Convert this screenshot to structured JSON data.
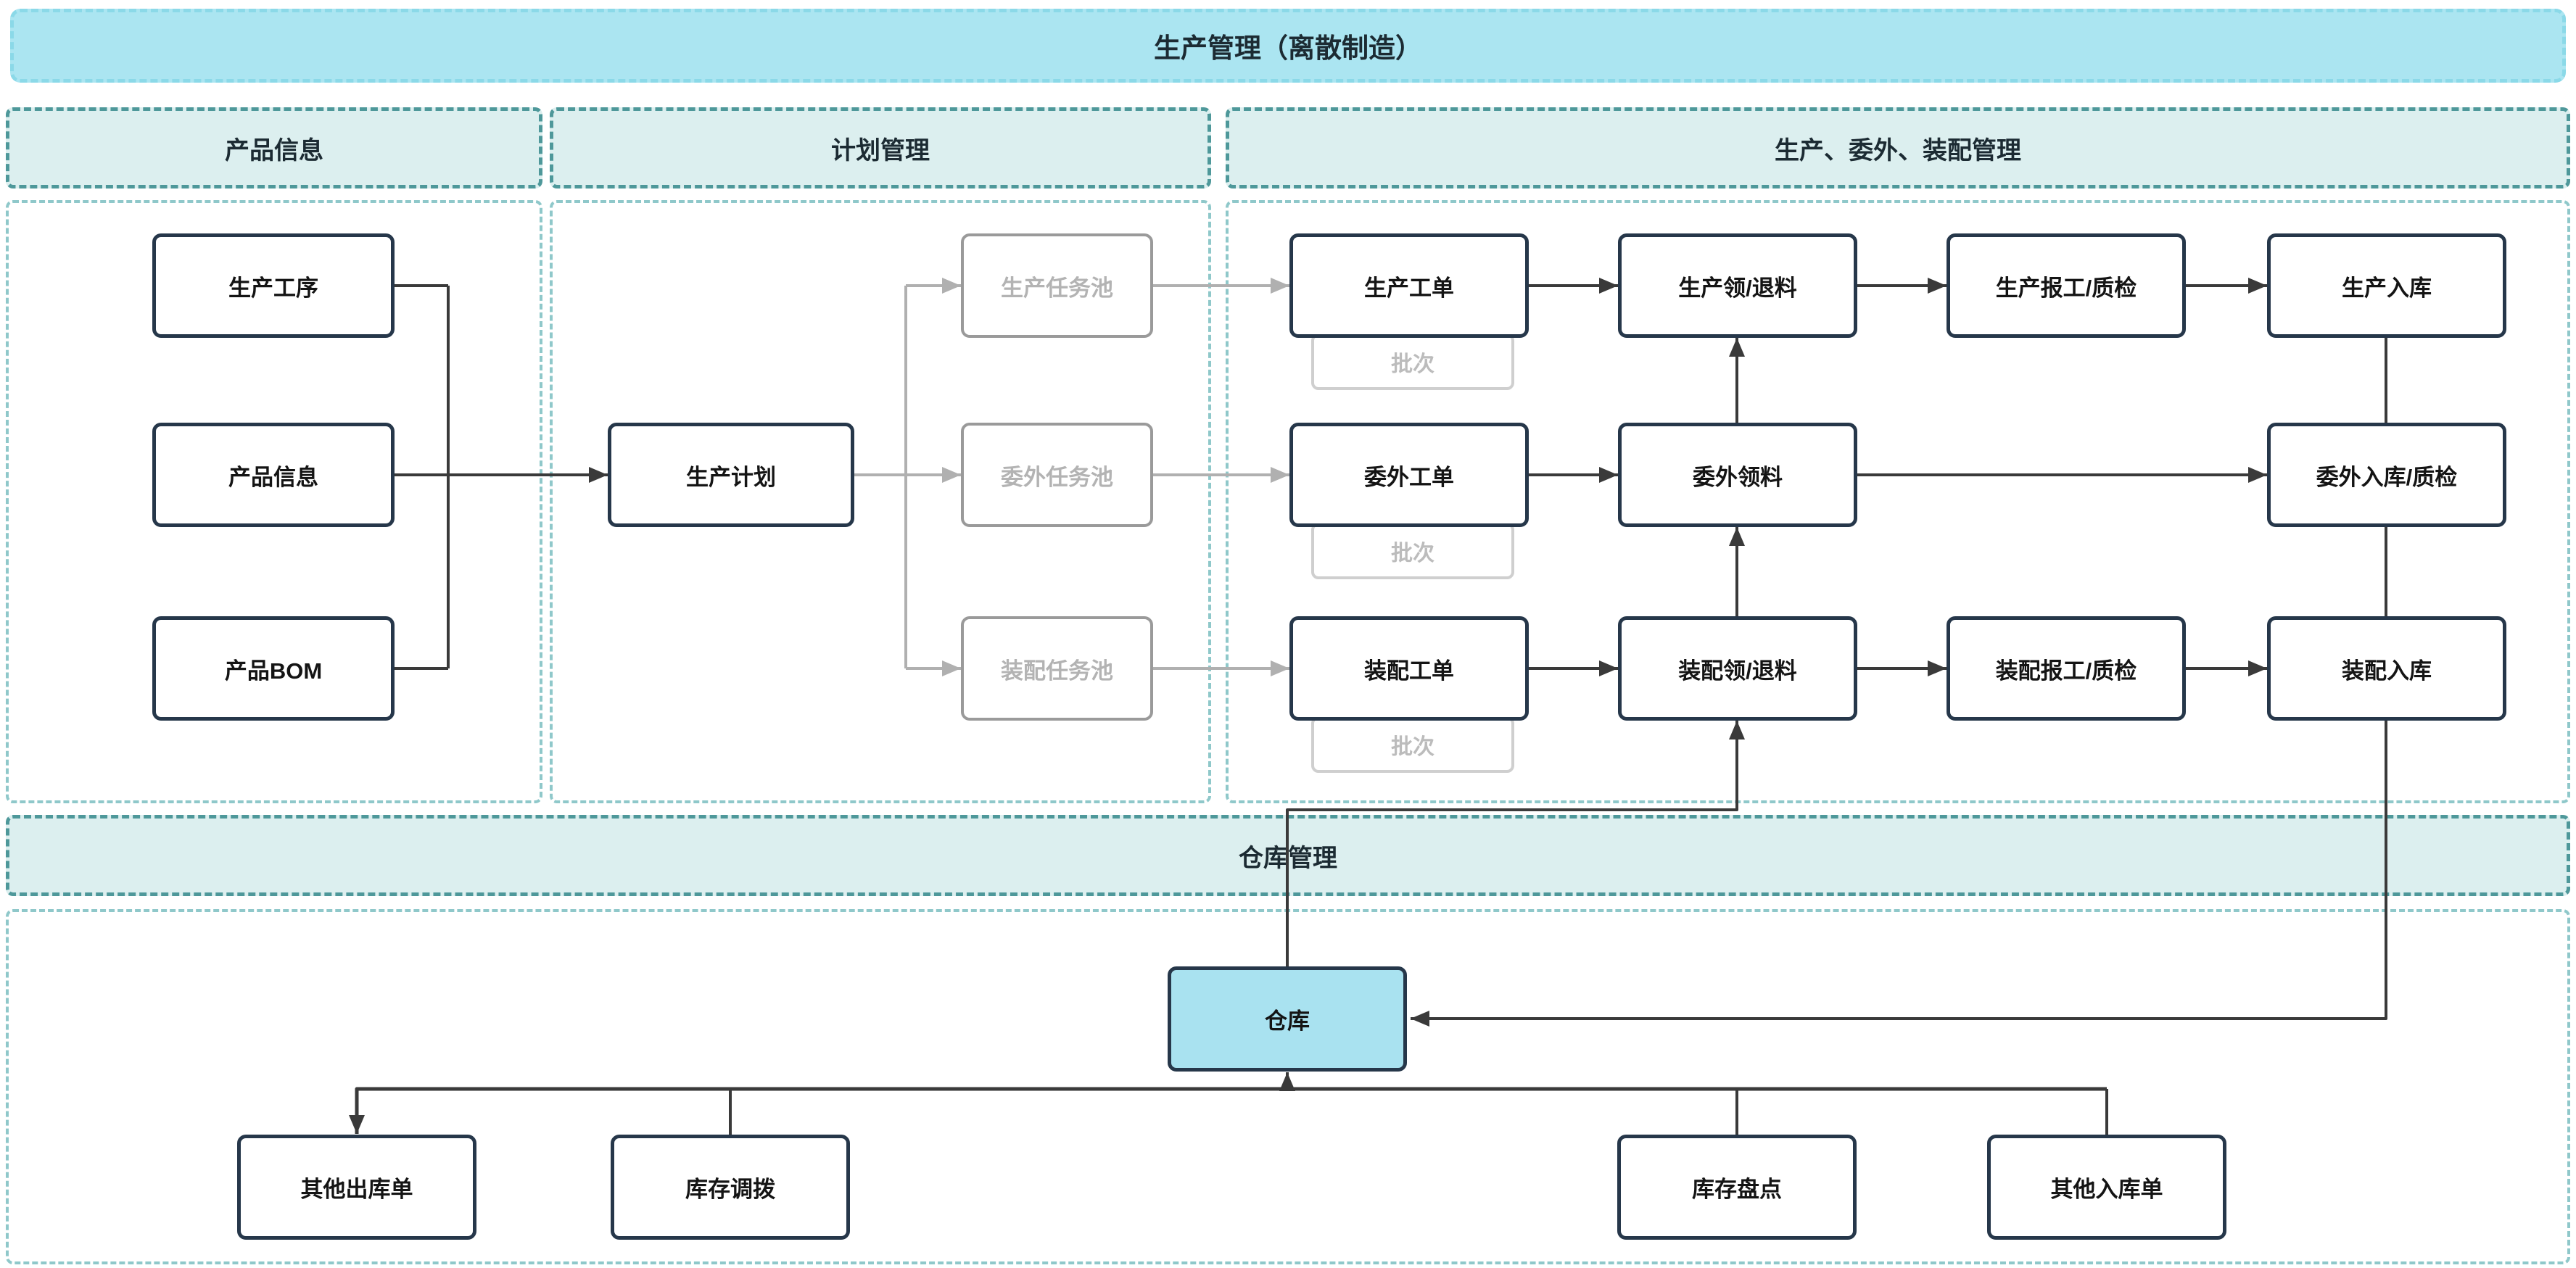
{
  "top_banner": {
    "title": "生产管理（离散制造）"
  },
  "sections": {
    "product_info": {
      "title": "产品信息",
      "process_box": "生产工序",
      "info_box": "产品信息",
      "bom_box": "产品BOM"
    },
    "planning": {
      "title": "计划管理",
      "plan_box": "生产计划",
      "production_pool": "生产任务池",
      "outsourcing_pool": "委外任务池",
      "assembly_pool": "装配任务池"
    },
    "execution": {
      "title": "生产、委外、装配管理",
      "production_row": {
        "order": "生产工单",
        "batch": "批次",
        "pick_return": "生产领/退料",
        "report_qc": "生产报工/质检",
        "inbound": "生产入库"
      },
      "outsourcing_row": {
        "order": "委外工单",
        "batch": "批次",
        "pick": "委外领料",
        "inbound_qc": "委外入库/质检"
      },
      "assembly_row": {
        "order": "装配工单",
        "batch": "批次",
        "pick_return": "装配领/退料",
        "report_qc": "装配报工/质检",
        "inbound": "装配入库"
      }
    },
    "warehouse_banner": {
      "title": "仓库管理"
    },
    "warehouse_area": {
      "warehouse": "仓库",
      "other_outbound": "其他出库单",
      "transfer": "库存调拨",
      "stocktake": "库存盘点",
      "other_inbound": "其他入库单"
    }
  },
  "colors": {
    "top_banner_fill": "#abe5f1",
    "band_fill": "#dcefef",
    "teal_border": "#4e989a",
    "light_teal_border": "#8fc8ca",
    "node_border": "#26374a",
    "warehouse_fill": "#a9e2f0",
    "gray_node_border": "#9a9a9a",
    "connector_dark": "#3a3a3a",
    "connector_gray": "#b0b0b0"
  }
}
